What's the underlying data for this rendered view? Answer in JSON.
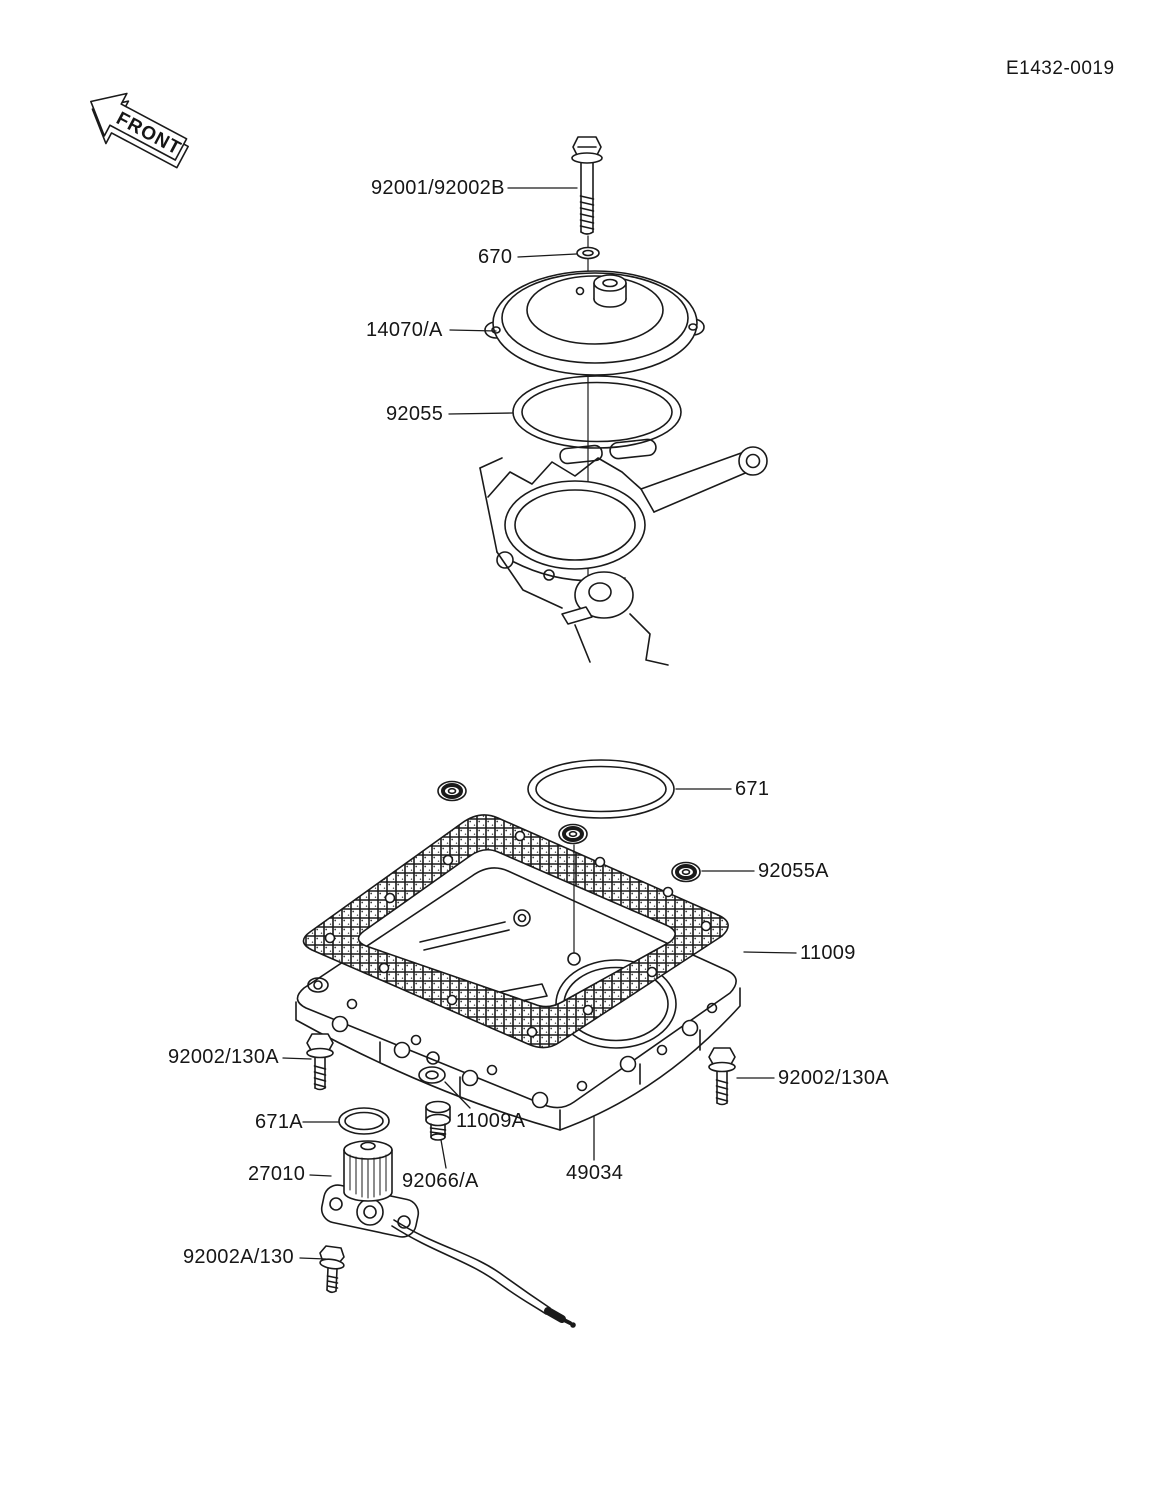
{
  "header": {
    "diagram_code": "E1432-0019"
  },
  "front_marker": {
    "text": "FRONT"
  },
  "labels": {
    "bolt_breather": "92001/92002B",
    "washer_breather": "670",
    "breather_cover": "14070/A",
    "oring_breather": "92055",
    "oring_oilpan_large": "671",
    "grommet_oilpan": "92055A",
    "gasket_oilpan": "11009",
    "bolt_pan_left": "92002/130A",
    "bolt_pan_right": "92002/130A",
    "oring_switch": "671A",
    "washer_drain": "11009A",
    "oil_level_switch": "27010",
    "plug_drain": "92066/A",
    "oil_pan": "49034",
    "bolt_switch": "92002A/130"
  }
}
